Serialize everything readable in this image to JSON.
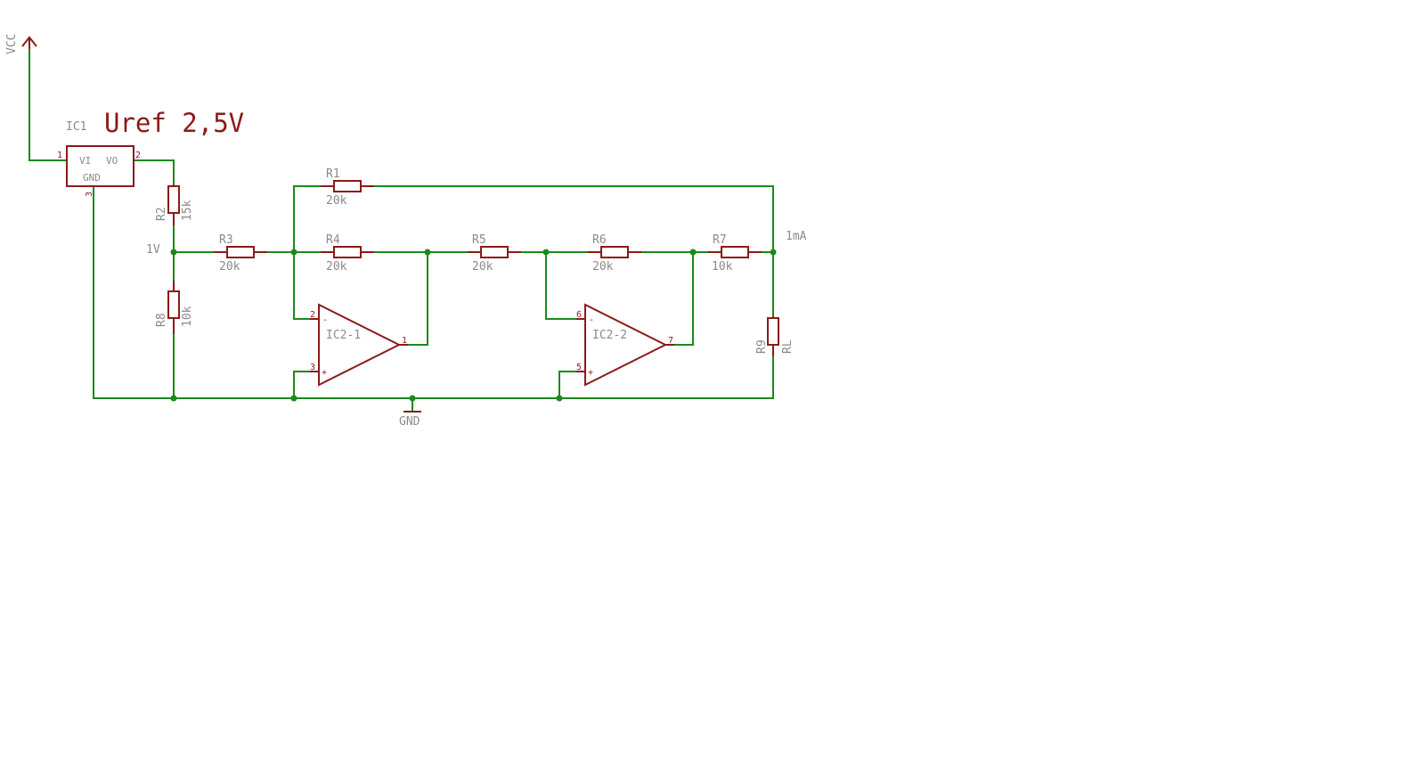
{
  "title": "Uref 2,5V",
  "supply": {
    "vcc": "VCC",
    "gnd": "GND"
  },
  "ic1": {
    "name": "IC1",
    "vi": "VI",
    "vo": "VO",
    "gnd": "GND",
    "pin1": "1",
    "pin2": "2",
    "pin3": "3"
  },
  "net_labels": {
    "v1": "1V",
    "current": "1mA"
  },
  "resistors": {
    "r1": {
      "name": "R1",
      "value": "20k"
    },
    "r2": {
      "name": "R2",
      "value": "15k"
    },
    "r3": {
      "name": "R3",
      "value": "20k"
    },
    "r4": {
      "name": "R4",
      "value": "20k"
    },
    "r5": {
      "name": "R5",
      "value": "20k"
    },
    "r6": {
      "name": "R6",
      "value": "20k"
    },
    "r7": {
      "name": "R7",
      "value": "10k"
    },
    "r8": {
      "name": "R8",
      "value": "10k"
    },
    "r9": {
      "name": "R9",
      "value": "RL"
    }
  },
  "opamps": {
    "a": {
      "name": "IC2-1",
      "pin_inv": "2",
      "pin_noninv": "3",
      "pin_out": "1",
      "minus": "-",
      "plus": "+"
    },
    "b": {
      "name": "IC2-2",
      "pin_inv": "6",
      "pin_noninv": "5",
      "pin_out": "7",
      "minus": "-",
      "plus": "+"
    }
  },
  "colors": {
    "wire": "#1a8a1a",
    "part": "#8b1a1a",
    "label": "#8a8a8a",
    "background": "#ffffff"
  }
}
